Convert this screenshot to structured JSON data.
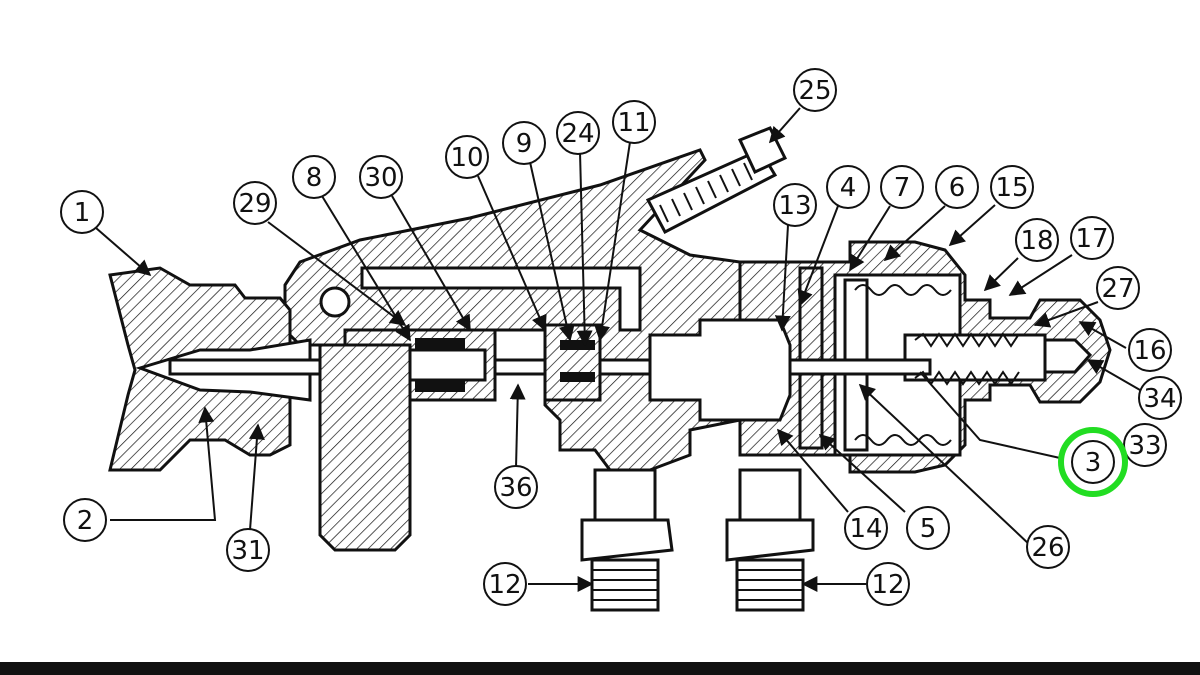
{
  "callouts": [
    {
      "id": "c1",
      "label": "1"
    },
    {
      "id": "c2",
      "label": "2"
    },
    {
      "id": "c29",
      "label": "29"
    },
    {
      "id": "c8",
      "label": "8"
    },
    {
      "id": "c30",
      "label": "30"
    },
    {
      "id": "c10",
      "label": "10"
    },
    {
      "id": "c9",
      "label": "9"
    },
    {
      "id": "c24",
      "label": "24"
    },
    {
      "id": "c11",
      "label": "11"
    },
    {
      "id": "c25",
      "label": "25"
    },
    {
      "id": "c13",
      "label": "13"
    },
    {
      "id": "c4",
      "label": "4"
    },
    {
      "id": "c7",
      "label": "7"
    },
    {
      "id": "c6",
      "label": "6"
    },
    {
      "id": "c15",
      "label": "15"
    },
    {
      "id": "c18",
      "label": "18"
    },
    {
      "id": "c17",
      "label": "17"
    },
    {
      "id": "c27",
      "label": "27"
    },
    {
      "id": "c16",
      "label": "16"
    },
    {
      "id": "c34",
      "label": "34"
    },
    {
      "id": "c33",
      "label": "33"
    },
    {
      "id": "c3",
      "label": "3"
    },
    {
      "id": "c26",
      "label": "26"
    },
    {
      "id": "c5",
      "label": "5"
    },
    {
      "id": "c14",
      "label": "14"
    },
    {
      "id": "c36",
      "label": "36"
    },
    {
      "id": "c31",
      "label": "31"
    },
    {
      "id": "c12a",
      "label": "12"
    },
    {
      "id": "c12b",
      "label": "12"
    }
  ],
  "highlight": {
    "target": "3",
    "color": "#22dd22"
  },
  "colors": {
    "ink": "#111111",
    "paper": "#ffffff"
  }
}
